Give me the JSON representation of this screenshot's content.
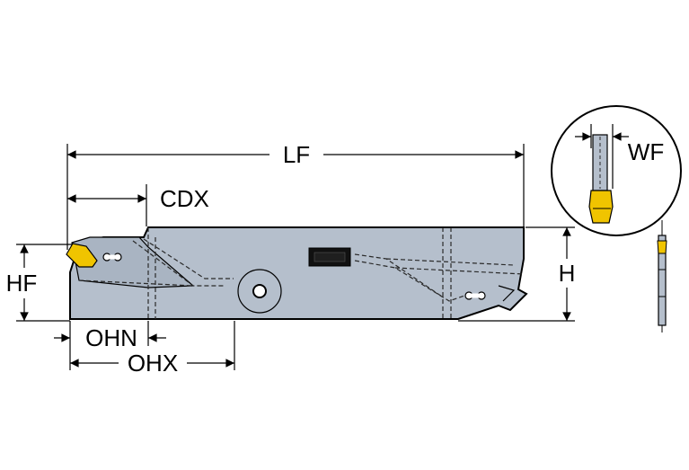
{
  "labels": {
    "lf": "LF",
    "cdx": "CDX",
    "hf": "HF",
    "h": "H",
    "ohn": "OHN",
    "ohx": "OHX",
    "wf": "WF"
  },
  "colors": {
    "body": "#b5bfcc",
    "insert": "#f0c400",
    "outline": "#000000",
    "hidden_line": "#2a2a2a"
  }
}
